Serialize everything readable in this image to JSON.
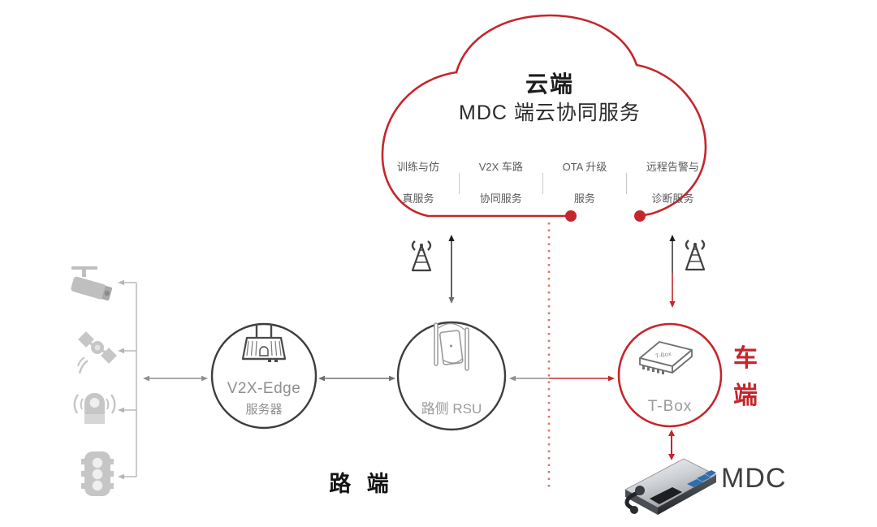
{
  "cloud": {
    "title": "云端",
    "subtitle": "MDC 端云协同服务",
    "services": [
      {
        "line1": "训练与仿",
        "line2": "真服务"
      },
      {
        "line1": "V2X 车路",
        "line2": "协同服务"
      },
      {
        "line1": "OTA 升级",
        "line2": "服务"
      },
      {
        "line1": "远程告警与",
        "line2": "诊断服务"
      }
    ]
  },
  "nodes": {
    "v2x_edge": {
      "label_line1": "V2X-Edge",
      "label_line2": "服务器"
    },
    "rsu": {
      "label": "路侧 RSU"
    },
    "tbox": {
      "label": "T-Box",
      "device_label": "T-Box"
    },
    "mdc": {
      "label": "MDC"
    }
  },
  "sections": {
    "roadside_label": "路 端",
    "vehicle_label": "车端"
  },
  "icons": {
    "camera": "surveillance-camera-icon",
    "satellite": "satellite-icon",
    "beacon": "roadside-beacon-icon",
    "traffic_light": "traffic-light-icon",
    "antenna_left": "radio-tower-icon",
    "antenna_right": "radio-tower-icon",
    "edge_server": "edge-server-router-icon",
    "rsu_device": "rsu-device-icon",
    "tbox_device": "tbox-device-icon",
    "mdc_device": "mdc-compute-unit-icon"
  },
  "colors": {
    "accent_red": "#c5262c",
    "dotted_red": "#db7672",
    "node_stroke_dark": "#3d3d3d",
    "icon_gray": "#c3c3c3",
    "arrow_gray": "#8f8f8f",
    "text_gray": "#8f8f8f"
  }
}
